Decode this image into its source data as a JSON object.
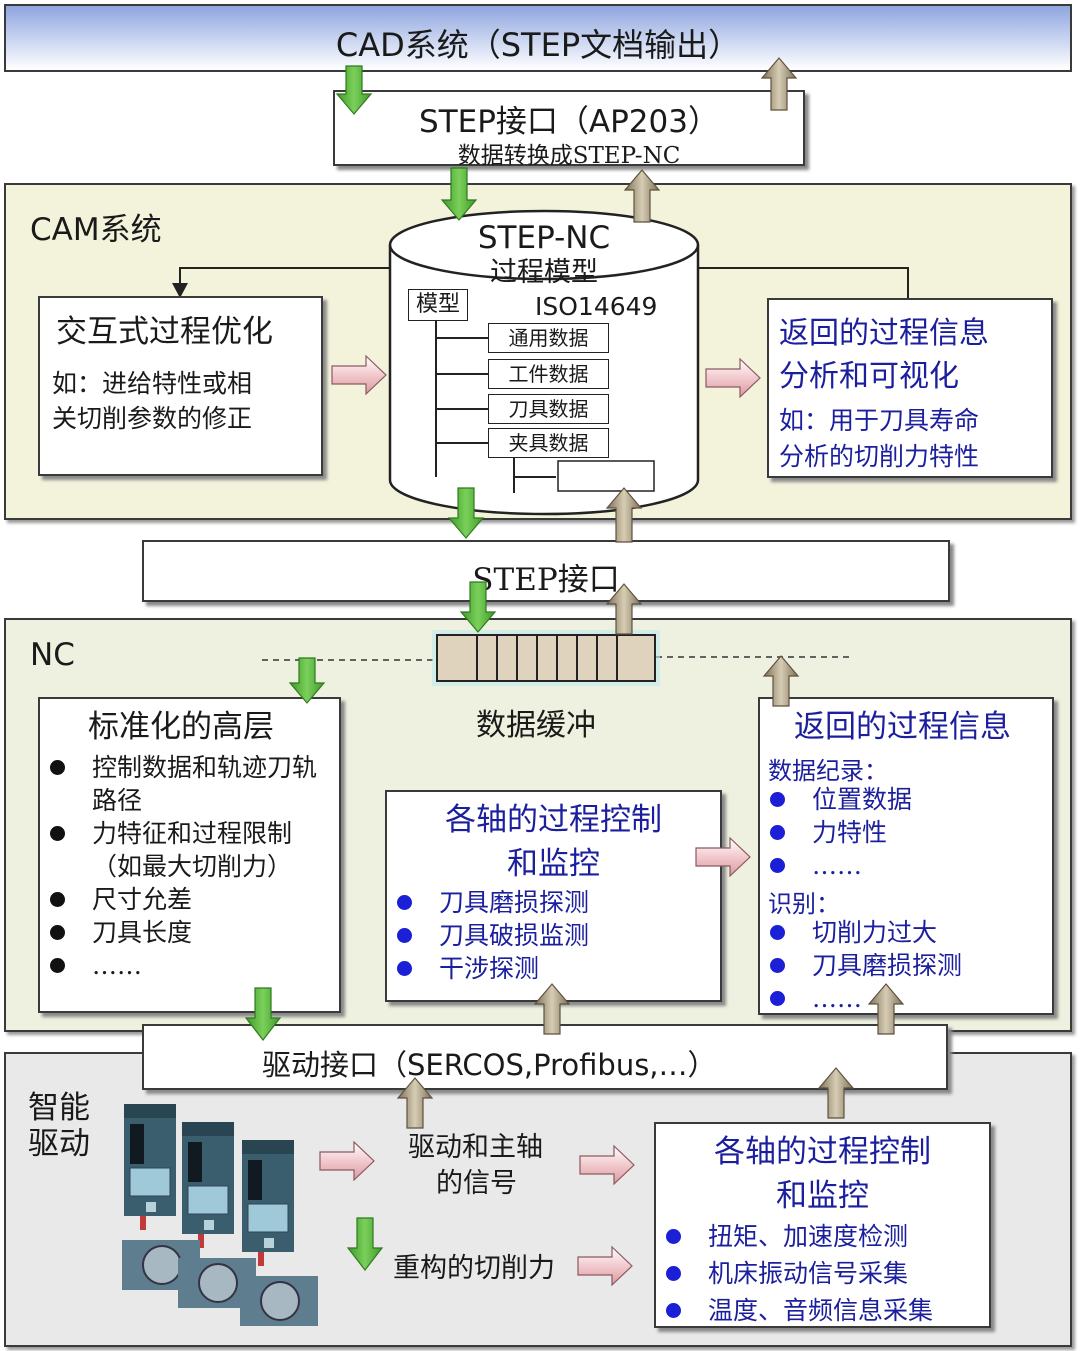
{
  "cad": {
    "title": "CAD系统（STEP文档输出）"
  },
  "step_ap203": {
    "title": "STEP接口（AP203）",
    "subtitle": "数据转换成STEP-NC"
  },
  "cam": {
    "label": "CAM系统",
    "db_title1": "STEP-NC",
    "db_title2": "过程模型",
    "model_label": "模型",
    "iso": "ISO14649",
    "items": [
      "通用数据",
      "工件数据",
      "刀具数据",
      "夹具数据"
    ],
    "left_title": "交互式过程优化",
    "left_body1": "如：进给特性或相",
    "left_body2": "关切削参数的修正",
    "right_title1": "返回的过程信息",
    "right_title2": "分析和可视化",
    "right_body1": "如：用于刀具寿命",
    "right_body2": "分析的切削力特性"
  },
  "step_mid": {
    "title": "STEP接口"
  },
  "nc": {
    "label": "NC",
    "buffer_label": "数据缓冲",
    "left_title": "标准化的高层",
    "left_items": [
      {
        "line1": "控制数据和轨迹刀轨",
        "line2": "路径"
      },
      {
        "line1": "力特征和过程限制",
        "line2": "（如最大切削力）"
      },
      {
        "line1": "尺寸允差",
        "line2": ""
      },
      {
        "line1": "刀具长度",
        "line2": ""
      },
      {
        "line1": "……",
        "line2": ""
      }
    ],
    "center_title1": "各轴的过程控制",
    "center_title2": "和监控",
    "center_items": [
      "刀具磨损探测",
      "刀具破损监测",
      "干涉探测"
    ],
    "right_title": "返回的过程信息",
    "right_sub1": "数据纪录：",
    "right_items1": [
      "位置数据",
      "力特性",
      "……"
    ],
    "right_sub2": "识别：",
    "right_items2": [
      "切削力过大",
      "刀具磨损探测",
      "……"
    ]
  },
  "drive_interface": {
    "title": "驱动接口（SERCOS,Profibus,…）"
  },
  "drive": {
    "label1": "智能",
    "label2": "驱动",
    "signal1": "驱动和主轴",
    "signal2": "的信号",
    "reconstructed": "重构的切削力",
    "box_title1": "各轴的过程控制",
    "box_title2": "和监控",
    "box_items": [
      "扭矩、加速度检测",
      "机床振动信号采集",
      "温度、音频信息采集"
    ]
  },
  "colors": {
    "arrow_green": "#5fb83a",
    "arrow_tan": "#a89a7a",
    "arrow_pink": "#f0c8cc",
    "cam_bg": "#f3f3dc",
    "nc_bg": "#eef1df",
    "drive_bg": "#e9e9e9",
    "blue_text": "#1b1f9e"
  }
}
